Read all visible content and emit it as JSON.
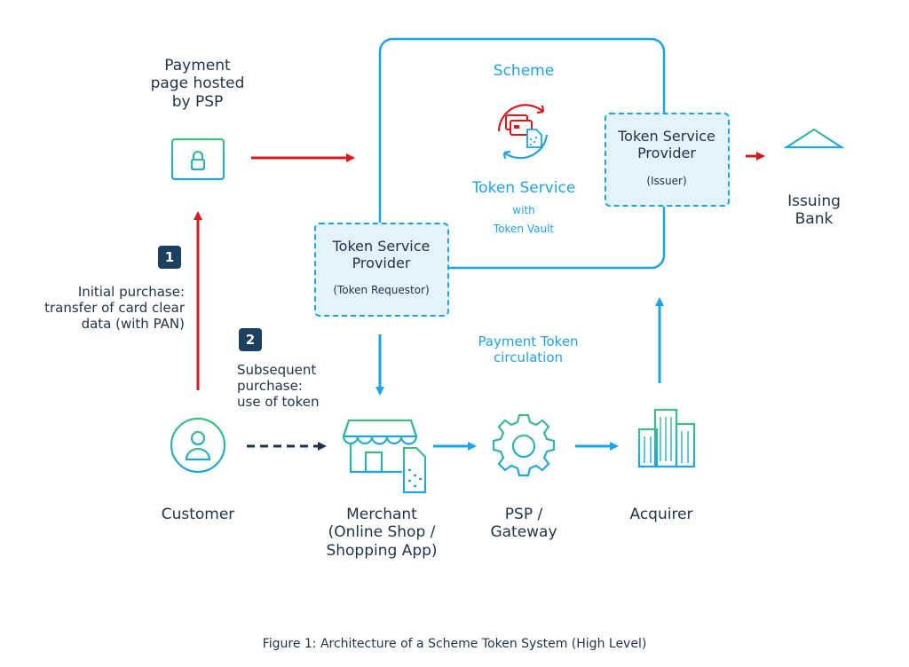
{
  "diagram": {
    "payment_page_label": [
      "Payment",
      "page hosted",
      "by PSP"
    ],
    "scheme_label": "Scheme",
    "token_service_title": "Token Service",
    "token_service_with": "with",
    "token_service_vault": "Token Vault",
    "tsp_requestor": {
      "title": [
        "Token Service",
        "Provider"
      ],
      "role": "(Token Requestor)"
    },
    "tsp_issuer": {
      "title": [
        "Token Service",
        "Provider"
      ],
      "role": "(Issuer)"
    },
    "issuing_bank_label": [
      "Issuing",
      "Bank"
    ],
    "step1": {
      "number": "1",
      "text": [
        "Initial purchase:",
        "transfer of card clear",
        "data (with PAN)"
      ]
    },
    "step2": {
      "number": "2",
      "text": [
        "Subsequent",
        "purchase:",
        "use of token"
      ]
    },
    "payment_token_label": [
      "Payment Token",
      "circulation"
    ],
    "customer_label": "Customer",
    "merchant_label": [
      "Merchant",
      "(Online Shop /",
      "Shopping App)"
    ],
    "psp_label": [
      "PSP /",
      "Gateway"
    ],
    "acquirer_label": "Acquirer",
    "caption": "Figure 1: Architecture of a Scheme Token System (High Level)",
    "colors": {
      "blue": "#1ea3e6",
      "red": "#d71920",
      "dark": "#1e3349",
      "green": "#3fbf7f",
      "box_fill": "#e3f2fb"
    }
  }
}
